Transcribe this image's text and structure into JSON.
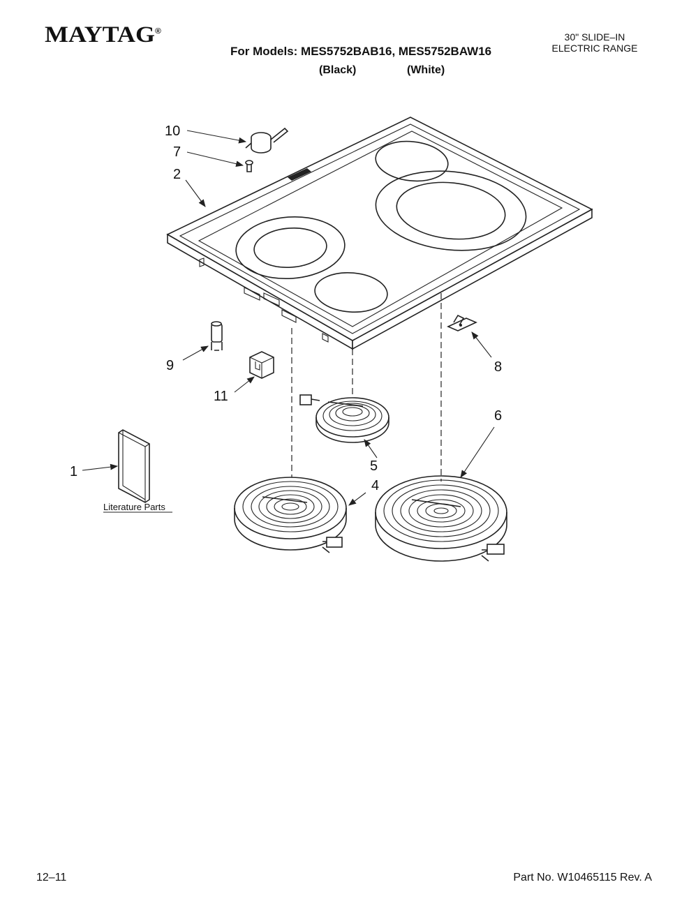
{
  "header": {
    "brand": "MAYTAG",
    "brand_mark": "®",
    "models_line": "For Models: MES5752BAB16, MES5752BAW16",
    "variant_black": "(Black)",
    "variant_white": "(White)",
    "product_type_line1": "30\" SLIDE–IN",
    "product_type_line2": "ELECTRIC RANGE"
  },
  "callouts": {
    "c1": "1",
    "c2": "2",
    "c4": "4",
    "c5": "5",
    "c6": "6",
    "c7": "7",
    "c8": "8",
    "c9": "9",
    "c10": "10",
    "c11": "11"
  },
  "literature_label": "Literature Parts",
  "footer": {
    "date": "12–11",
    "part_no": "Part No. W10465115 Rev. A"
  },
  "colors": {
    "line": "#222222",
    "background": "#ffffff"
  }
}
